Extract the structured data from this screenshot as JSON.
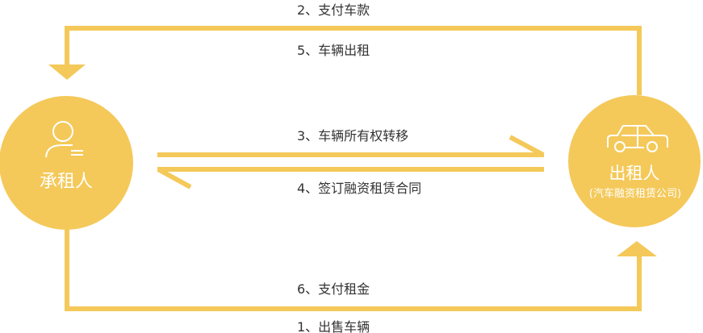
{
  "colors": {
    "accent": "#F4C95A",
    "text": "#333333"
  },
  "lessee": {
    "label": "承租人",
    "icon": "user-icon"
  },
  "lessor": {
    "label": "出租人",
    "sublabel": "(汽车融资租赁公司)",
    "icon": "car-icon"
  },
  "flows": {
    "top_outer": "2、支付车款",
    "top_inner": "5、车辆出租",
    "mid_upper": "3、车辆所有权转移",
    "mid_lower": "4、签订融资租赁合同",
    "bottom_inner": "6、支付租金",
    "bottom_outer": "1、出售车辆"
  }
}
